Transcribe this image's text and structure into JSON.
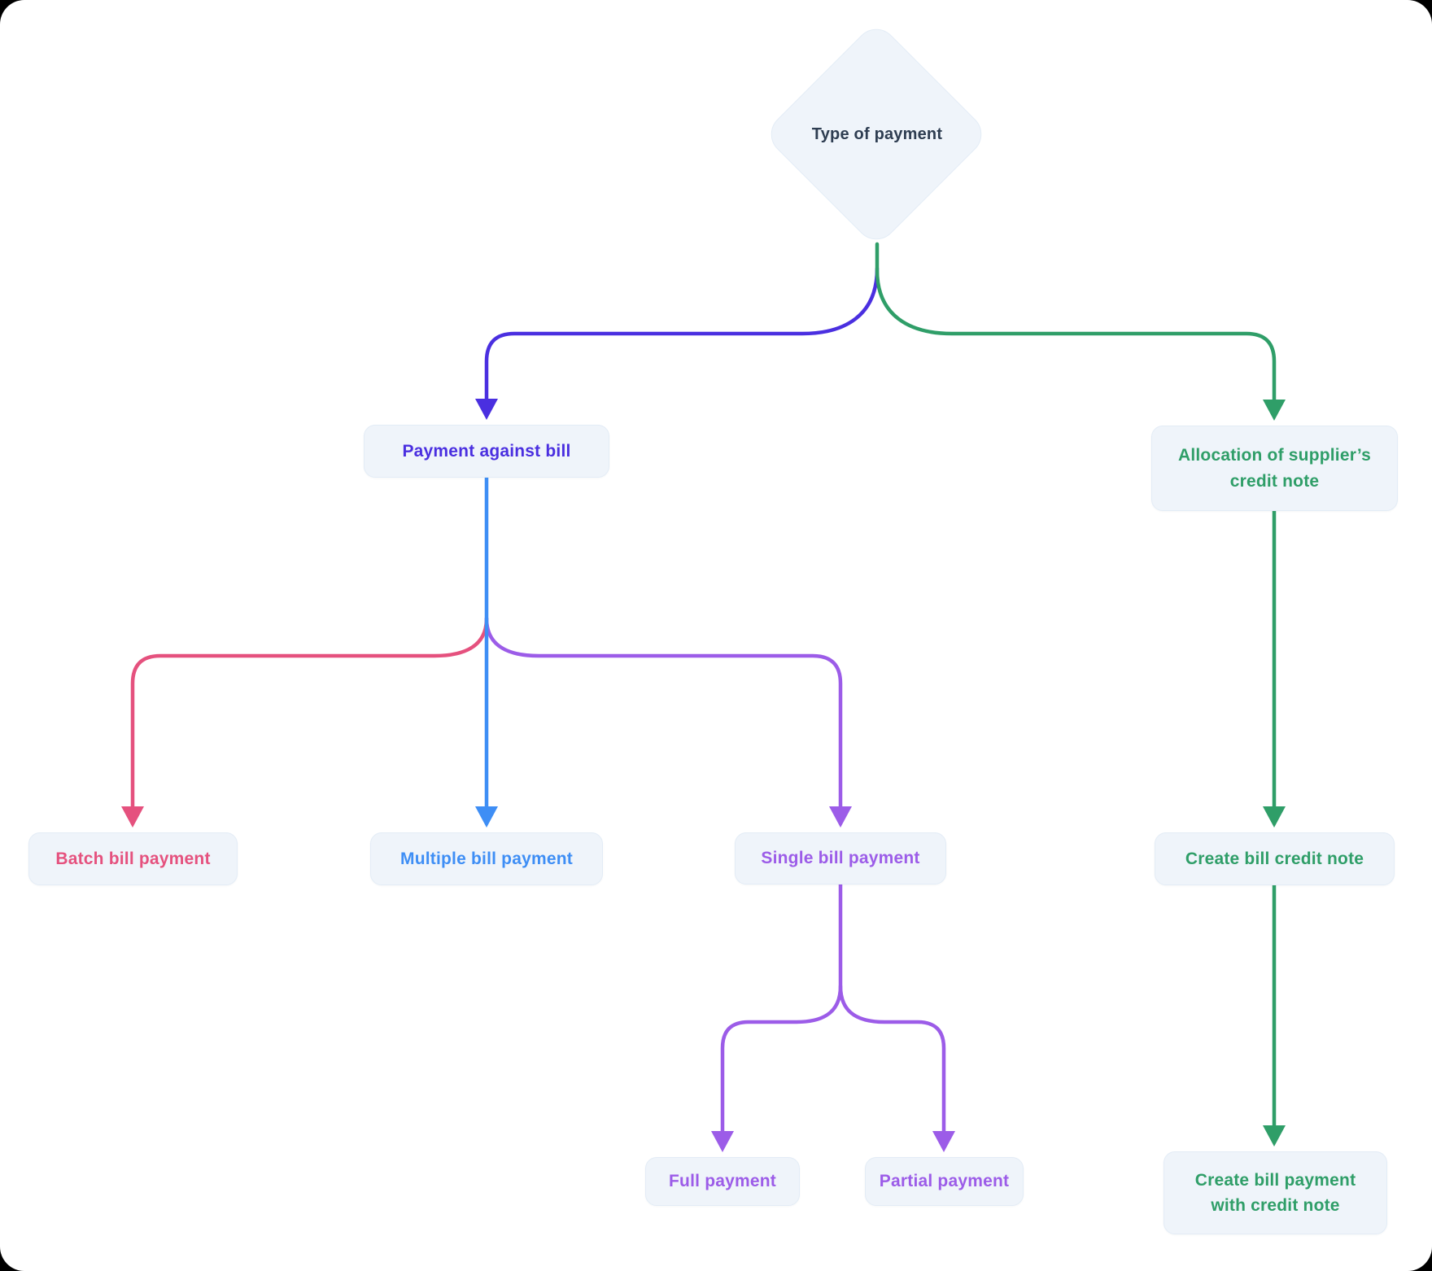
{
  "palette": {
    "indigo": "#4a2fe0",
    "green": "#2f9e68",
    "blue": "#3e8ef5",
    "pink": "#e5517e",
    "violet": "#9c5ce8",
    "navy": "#2e3d51",
    "node_bg": "#eff4fa",
    "node_border": "#e3ecf6",
    "canvas_bg": "#ffffff"
  },
  "diagram": {
    "root": {
      "label": "Type of payment"
    },
    "nodes": {
      "payment_against_bill": {
        "label": "Payment against bill"
      },
      "allocation_credit_note": {
        "label": "Allocation of supplier’s credit note"
      },
      "batch_bill_payment": {
        "label": "Batch bill payment"
      },
      "multiple_bill_payment": {
        "label": "Multiple bill payment"
      },
      "single_bill_payment": {
        "label": "Single bill payment"
      },
      "create_bill_credit_note": {
        "label": "Create bill credit note"
      },
      "full_payment": {
        "label": "Full payment"
      },
      "partial_payment": {
        "label": "Partial payment"
      },
      "create_bill_payment_with_credit_note": {
        "label": "Create bill payment with credit note"
      }
    }
  }
}
